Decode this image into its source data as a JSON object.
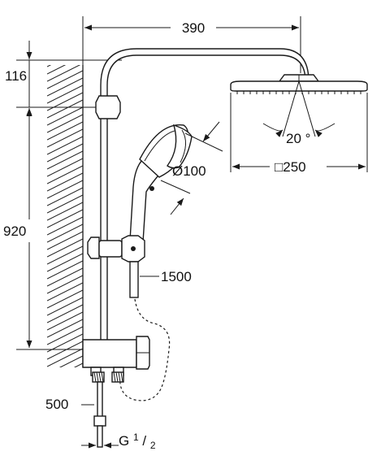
{
  "dimensions": {
    "arm_reach": "390",
    "top_offset": "116",
    "rail_height": "920",
    "hand_shower_diameter": "Ø100",
    "head_shower_size": "□250",
    "spray_angle": "20 °",
    "hose_length": "1500",
    "connection_hose": "500",
    "thread_base": "G",
    "thread_numerator": "1",
    "thread_denominator": "2"
  }
}
